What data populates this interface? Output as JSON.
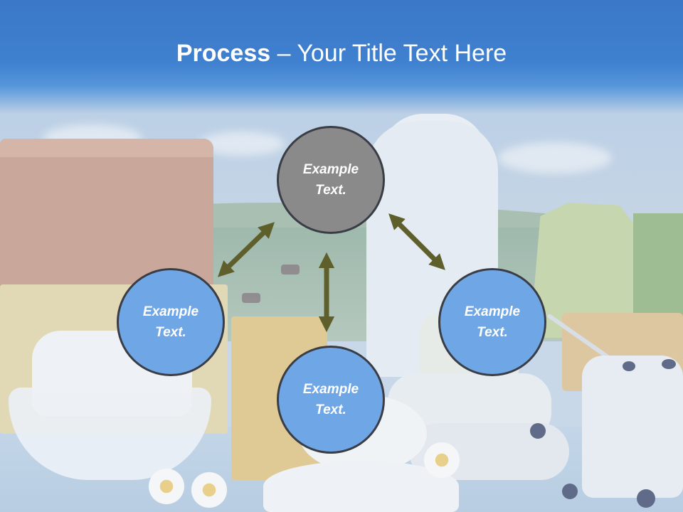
{
  "slide": {
    "title_strong": "Process",
    "title_rest": " – Your Title Text Here"
  },
  "diagram": {
    "nodes": {
      "top": "Example\nText.",
      "left": "Example\nText.",
      "right": "Example\nText.",
      "bottom": "Example\nText."
    },
    "colors": {
      "center_node": "#8a8a8a",
      "outer_node": "#6fa6e6",
      "node_border": "#3a3d45",
      "arrow": "#5e5f2a",
      "banner": "#3f80cf"
    }
  }
}
